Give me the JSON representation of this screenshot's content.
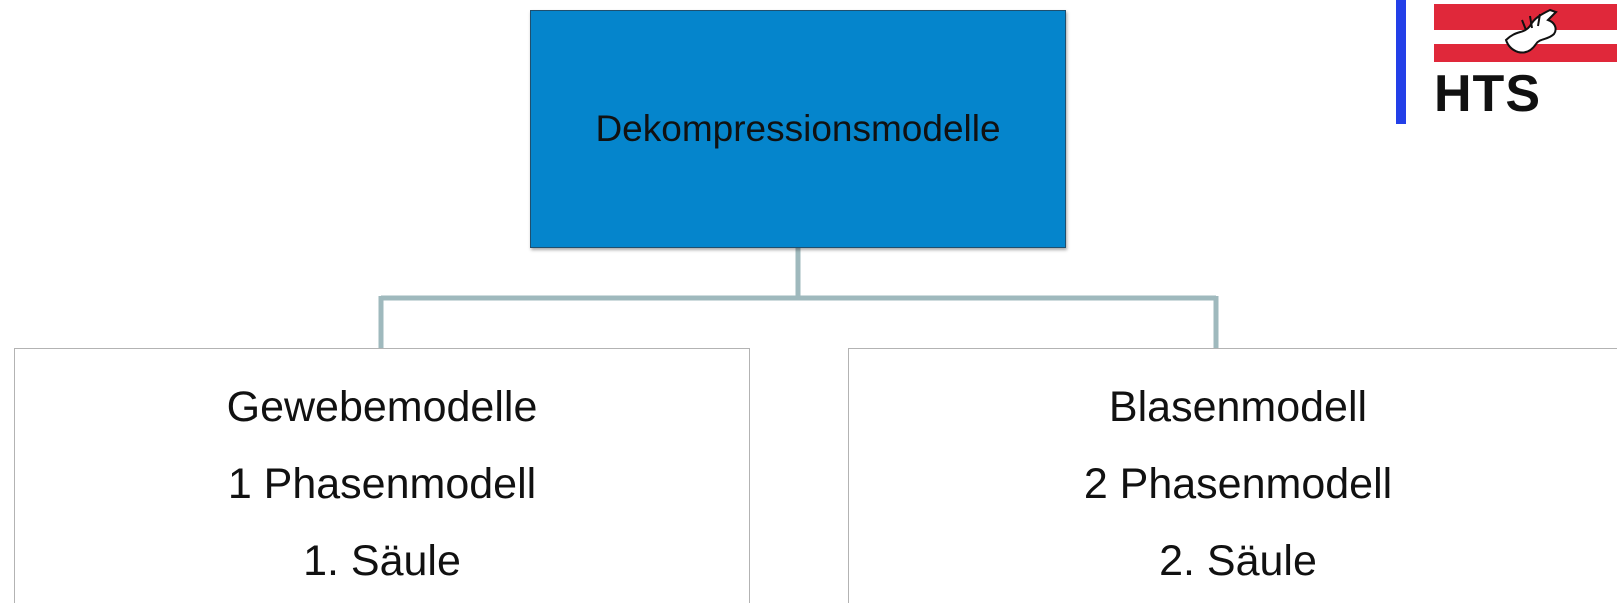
{
  "diagram": {
    "root": {
      "label": "Dekompressionsmodelle"
    },
    "children": [
      {
        "lines": [
          "Gewebemodelle",
          "1 Phasenmodell",
          "1. Säule"
        ]
      },
      {
        "lines": [
          "Blasenmodell",
          "2 Phasenmodell",
          "2. Säule"
        ]
      }
    ]
  },
  "logo": {
    "text": "HTS",
    "colors": {
      "bar": "#2340e8",
      "stripe": "#e0283a"
    }
  },
  "colors": {
    "root_fill": "#0585cc",
    "connector": "#9fb9bd",
    "child_border": "#b3b3b3"
  }
}
